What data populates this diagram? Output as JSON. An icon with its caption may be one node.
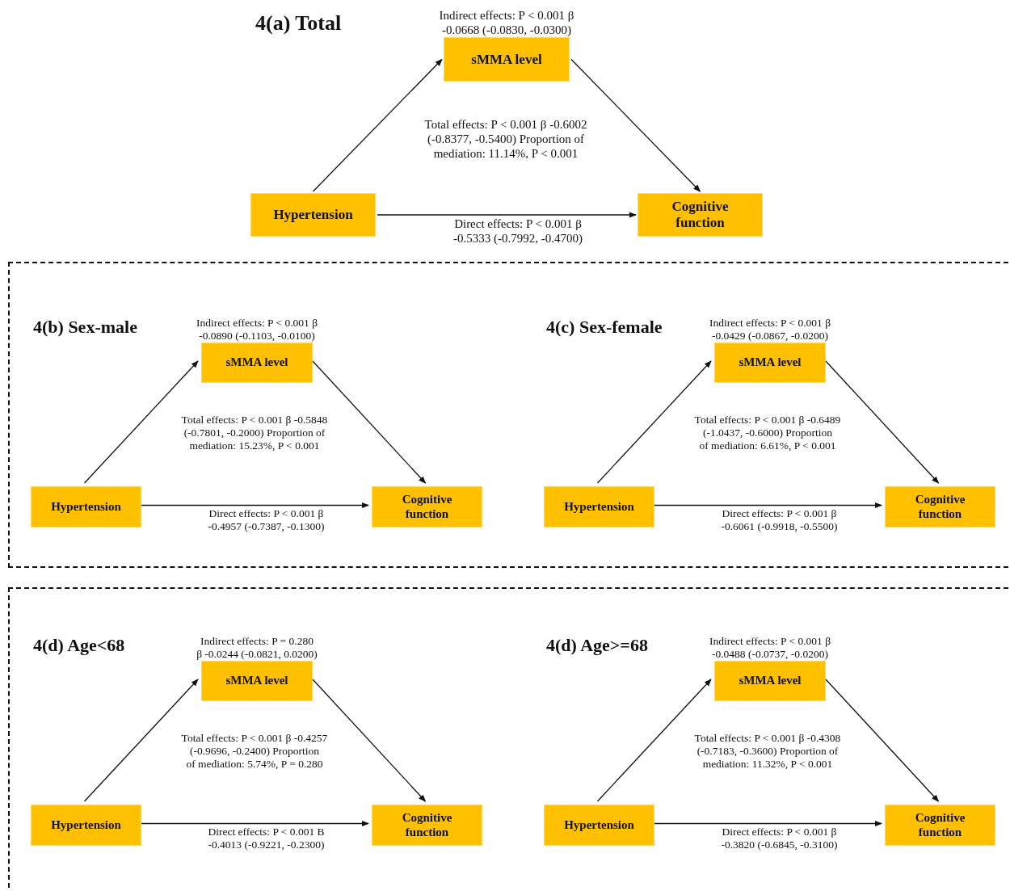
{
  "diagram": {
    "nodes": [
      {
        "text": [
          "sMMA level"
        ],
        "beside": [
          "Indirect effects: P < 0.001 β -0.0668 (-0.0830, -0.0300)"
        ]
      },
      {
        "text": [
          "Hypertension"
        ]
      },
      {
        "text": [
          "Cognitive function"
        ]
      },
      {
        "text": [],
        "shape": "box"
      },
      {
        "text": [
          "sMMA level"
        ],
        "in": 3,
        "beside": [
          "Indirect effects: P < 0.001 β -0.0890 (-0.1103, -0.0100)"
        ]
      },
      {
        "text": [
          "Hypertension"
        ],
        "in": 3
      },
      {
        "text": [
          "Cognitive function"
        ],
        "in": 3
      },
      {
        "text": [
          "sMMA level"
        ],
        "in": 3,
        "beside": [
          "Indirect effects: P < 0.001 β -0.0429 (-0.0867, -0.0200)"
        ]
      },
      {
        "text": [
          "Hypertension"
        ],
        "in": 3
      },
      {
        "text": [
          "Cognitive function"
        ],
        "in": 3
      },
      {
        "text": [],
        "shape": "box"
      },
      {
        "text": [
          "sMMA level"
        ],
        "in": 10,
        "beside": [
          "Indirect effects: P = 0.280 β -0.0244 (-0.0821, 0.0200)"
        ]
      },
      {
        "text": [
          "Hypertension"
        ],
        "in": 10
      },
      {
        "text": [
          "Cognitive function"
        ],
        "in": 10
      },
      {
        "text": [
          "sMMA level"
        ],
        "in": 10,
        "beside": [
          "Indirect effects: P < 0.001 β -0.0488 (-0.0737, -0.0200)"
        ]
      },
      {
        "text": [
          "Hypertension"
        ],
        "in": 10
      },
      {
        "text": [
          "Cognitive function"
        ],
        "in": 10
      }
    ],
    "edges": [
      {
        "from": 1,
        "to": 0,
        "arrow": "to"
      },
      {
        "from": 0,
        "to": 2,
        "arrow": "to"
      },
      {
        "from": 1,
        "to": 2,
        "arrow": "to",
        "label": "Direct effects: P < 0.001 β -0.5333 (-0.7992, -0.4700)"
      },
      {
        "from": 5,
        "to": 4,
        "arrow": "to"
      },
      {
        "from": 4,
        "to": 6,
        "arrow": "to"
      },
      {
        "from": 5,
        "to": 6,
        "arrow": "to",
        "label": "Direct effects: P < 0.001 β -0.4957 (-0.7387, -0.1300)"
      },
      {
        "from": 8,
        "to": 7,
        "arrow": "to"
      },
      {
        "from": 7,
        "to": 9,
        "arrow": "to"
      },
      {
        "from": 8,
        "to": 9,
        "arrow": "to",
        "label": "Direct effects: P < 0.001 β -0.6061 (-0.9918, -0.5500)"
      },
      {
        "from": 12,
        "to": 11,
        "arrow": "to"
      },
      {
        "from": 11,
        "to": 13,
        "arrow": "to"
      },
      {
        "from": 12,
        "to": 13,
        "arrow": "to",
        "label": "Direct effects: P < 0.001 B -0.4013 (-0.9221, -0.2300)"
      },
      {
        "from": 15,
        "to": 14,
        "arrow": "to"
      },
      {
        "from": 14,
        "to": 16,
        "arrow": "to"
      },
      {
        "from": 15,
        "to": 16,
        "arrow": "to",
        "label": "Direct effects: P < 0.001 β -0.3820 (-0.6845, -0.3100)"
      }
    ],
    "labels": [
      "4(a) Total",
      "Total effects: P < 0.001 β -0.6002 (-0.8377, -0.5400) Proportion of mediation: 11.14%, P < 0.001",
      "4(b) Sex-male",
      "Total effects: P < 0.001 β -0.5848 (-0.7801, -0.2000) Proportion of mediation: 15.23%, P < 0.001",
      "4(c) Sex-female",
      "Total effects: P < 0.001 β -0.6489 (-1.0437, -0.6000) Proportion of mediation: 6.61%, P < 0.001",
      "4(d) Age<68",
      "Total effects: P < 0.001 β -0.4257 (-0.9696, -0.2400) Proportion of mediation: 5.74%, P = 0.280",
      "4(d) Age>=68",
      "Total effects: P < 0.001 β -0.4308 (-0.7183, -0.3600) Proportion of mediation: 11.32%, P < 0.001"
    ]
  }
}
